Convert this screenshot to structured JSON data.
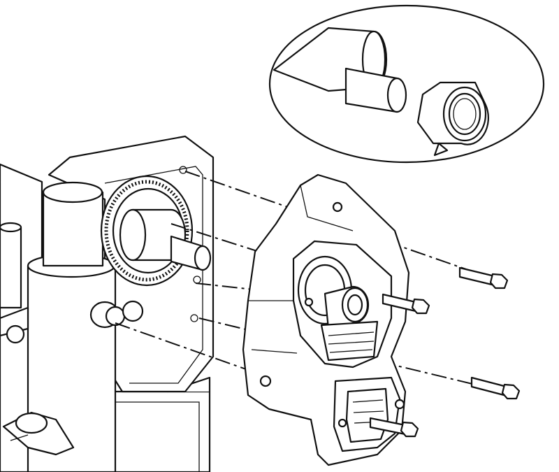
{
  "figure": {
    "parts": [
      "gearbox-housing",
      "bearing-housing",
      "crankshaft",
      "drive-gear",
      "mounting-bolts",
      "pump-cylinder",
      "detail-inset"
    ],
    "bolt_count": 4
  },
  "colors": {
    "line": "#111111",
    "background": "#ffffff",
    "shade_light": "#ececec",
    "shade_mid": "#d6d6d6",
    "shade_dark": "#9a9a9a"
  }
}
